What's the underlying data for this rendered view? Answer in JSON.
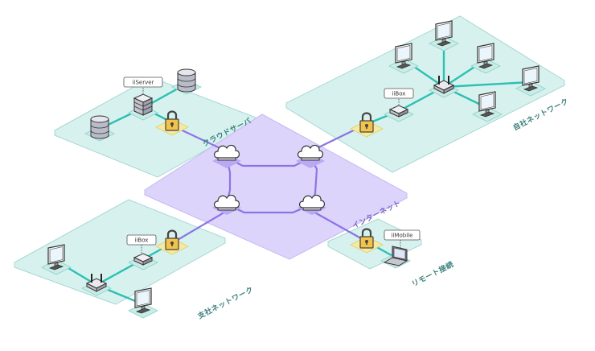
{
  "labels": {
    "cloud_server": "クラウドサーバ",
    "head_office": "自社ネットワーク",
    "internet": "インターネット",
    "branch": "支社ネットワーク",
    "remote": "リモート接続"
  },
  "callouts": {
    "iiserver": "iiServer",
    "iibox_head": "iiBox",
    "iibox_branch": "iiBox",
    "iimobile": "iiMobile"
  },
  "colors": {
    "zone_fill": "#d7f1ee",
    "zone_stroke": "#a7d8d2",
    "internet_fill": "#ddd4fb",
    "lock_tile": "#f6eaa3",
    "link_teal": "#2cc0b3",
    "link_purple": "#8b74e6"
  },
  "icons": [
    "server-rack-icon",
    "database-icon",
    "padlock-icon",
    "cloud-icon",
    "router-icon",
    "monitor-icon",
    "laptop-icon"
  ]
}
